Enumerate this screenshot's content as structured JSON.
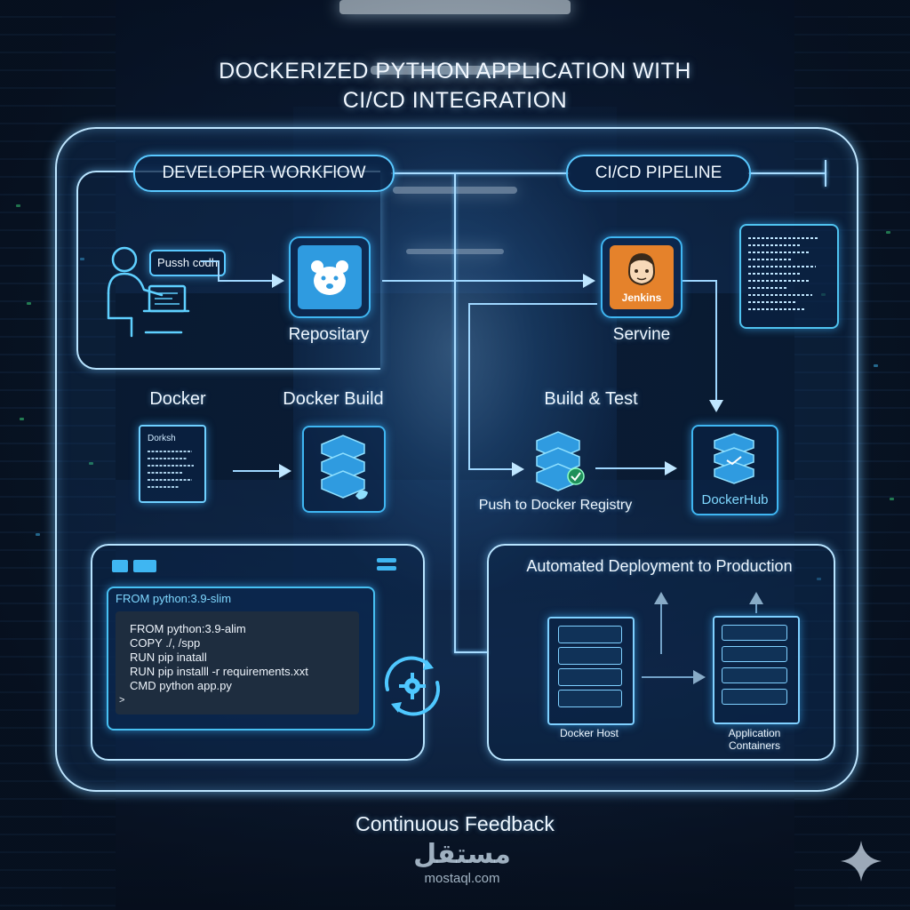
{
  "title_line1": "DOCKERIZED PYTHON APPLICATION WITH",
  "title_line2": "CI/CD INTEGRATION",
  "sections": {
    "developer_workflow": "DEVELOPER WORKFlOW",
    "cicd_pipeline": "CI/CD PIPELINE",
    "deployment": "Automated Deployment to Production"
  },
  "nodes": {
    "push_code": "Pussh codh",
    "repository": "Repositary",
    "jenkins_badge": "Jenkins",
    "server": "Servine",
    "docker": "Docker",
    "dockerfile_tag": "Dorksh",
    "docker_build": "Docker Build",
    "build_test": "Build & Test",
    "push_registry": "Push to Docker Registry",
    "dockerhub": "DockerHub",
    "docker_host": "Docker Host",
    "app_containers_1": "Application",
    "app_containers_2": "Containers"
  },
  "code": {
    "header": "FROM python:3.9-slim",
    "lines": [
      "FROM python:3.9-alim",
      "COPY ./, /spp",
      "RUN pip inatall",
      "RUN pip installl -r requirements.xxt",
      "CMD python app.py",
      ">"
    ]
  },
  "footer": "Continuous Feedback",
  "watermark": {
    "arabic": "مستقل",
    "latin": "mostaql.com"
  },
  "colors": {
    "accent": "#3fb6f2",
    "glow": "#bfe6ff",
    "jenkins": "#e5822b",
    "repo": "#2f9be0"
  }
}
